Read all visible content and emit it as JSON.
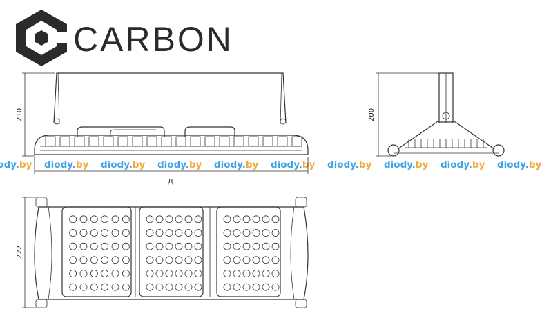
{
  "brand": {
    "name": "CARBON"
  },
  "dimensions": {
    "front_height": "210",
    "side_height": "200",
    "front_length": "Д",
    "bottom_width": "222"
  },
  "watermark": {
    "text": "diody.by",
    "domain_color": "#3ea3e6",
    "tld_color": "#f2a93b",
    "repeat_count": 10
  },
  "colors": {
    "line": "#333333",
    "logo": "#2b2b2b"
  }
}
